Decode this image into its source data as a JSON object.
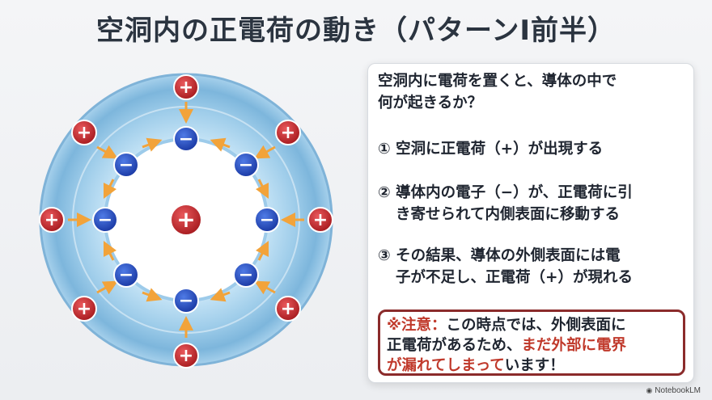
{
  "title": "空洞内の正電荷の動き（パターンⅠ前半）",
  "diagram": {
    "center_charge": "+",
    "outer_charge": "+",
    "inner_charge": "−",
    "colors": {
      "positive": "#c0262a",
      "negative": "#2a4fc4",
      "arrow": "#f2a33a",
      "conductor": "#8fc3e6"
    }
  },
  "panel": {
    "intro_line1": "空洞内に電荷を置くと、導体の中で",
    "intro_line2": "何が起きるか？",
    "point1": "① 空洞に正電荷（+）が出現する",
    "point2_line1": "② 導体内の電子（−）が、正電荷に引",
    "point2_line2": "き寄せられて内側表面に移動する",
    "point3_line1": "③ その結果、導体の外側表面には電",
    "point3_line2": "子が不足し、正電荷（+）が現れる",
    "note": {
      "label": "※注意：",
      "text1": "この時点では、外側表面に",
      "text2": "正電荷があるため、",
      "emph1": "まだ外部に電界",
      "emph2": "が漏れてしまって",
      "text3": "います！"
    }
  },
  "badge": {
    "icon": "notebooklm-logo-icon",
    "label": "NotebookLM"
  }
}
